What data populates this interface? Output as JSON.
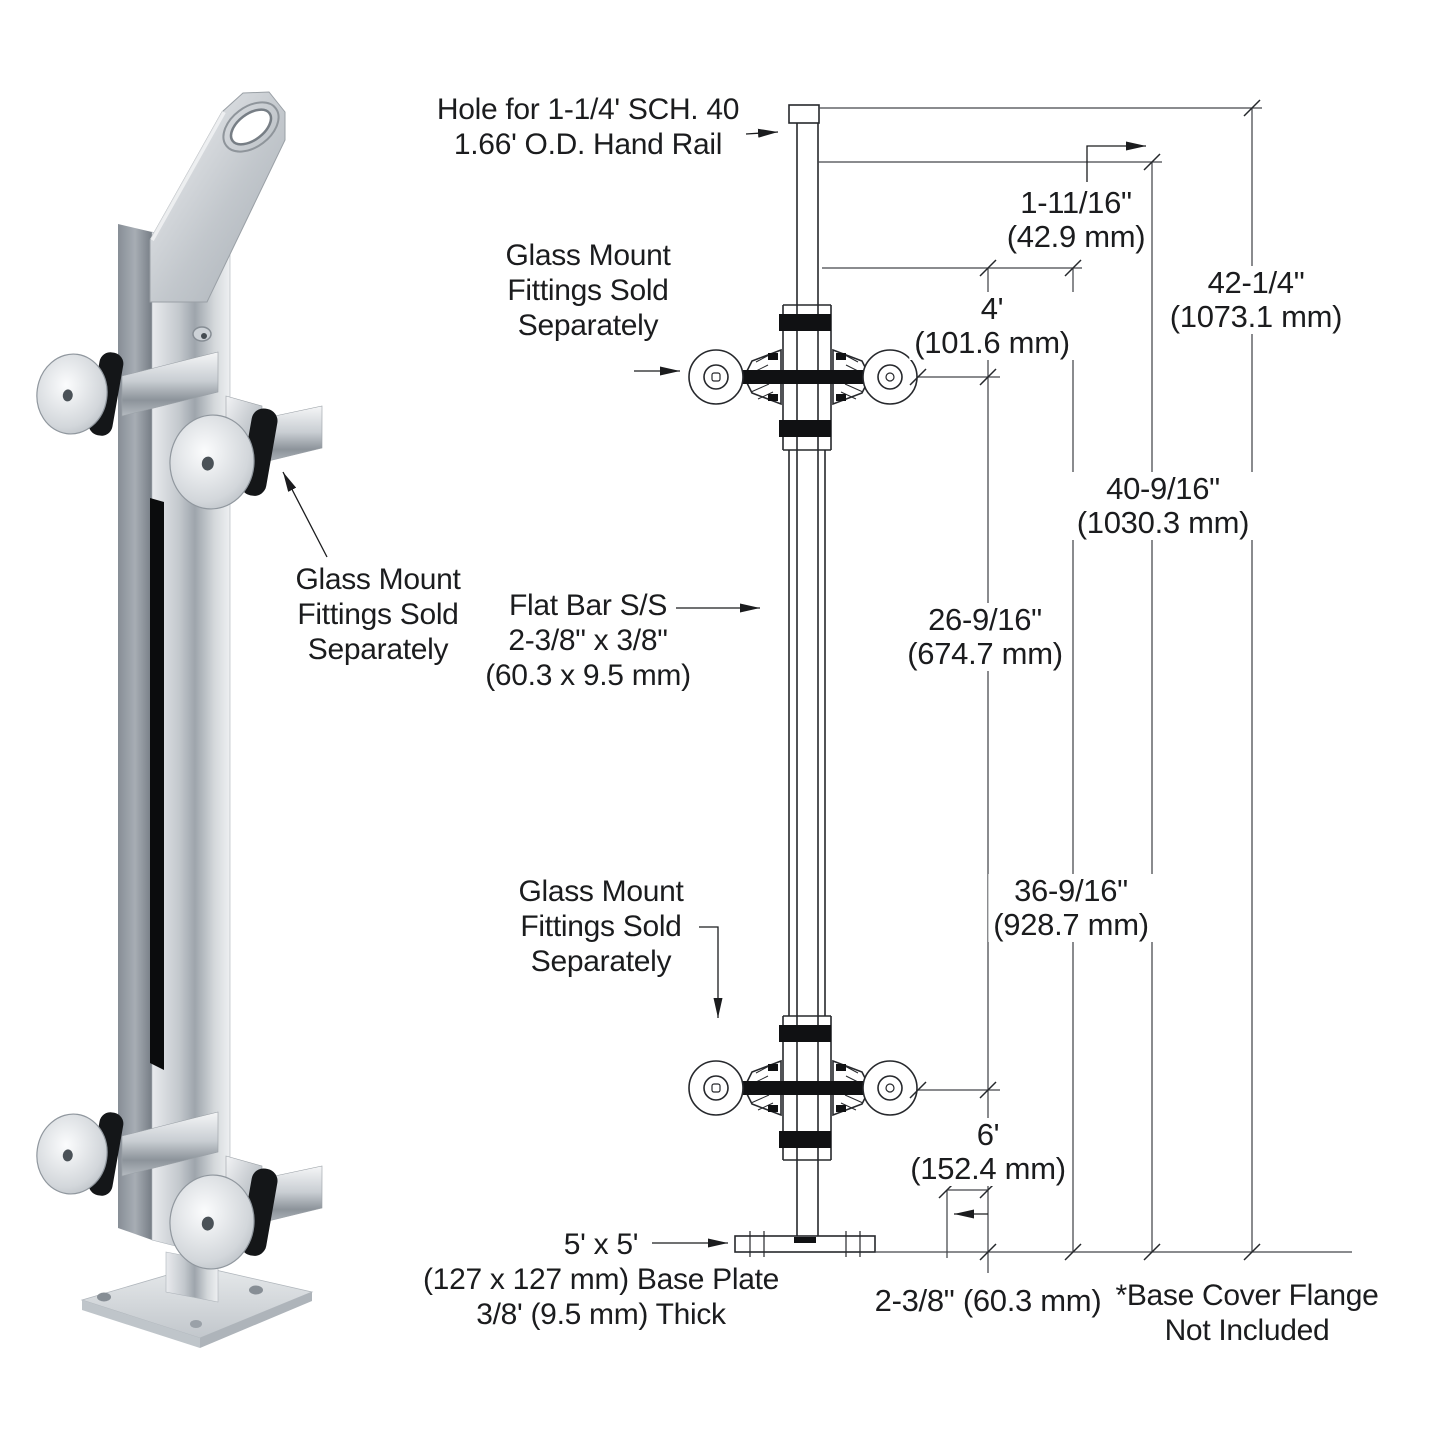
{
  "labels": {
    "hole": {
      "l1": "Hole for 1-1/4' SCH. 40",
      "l2": "1.66' O.D. Hand Rail"
    },
    "glass_mount": {
      "l1": "Glass Mount",
      "l2": "Fittings Sold",
      "l3": "Separately"
    },
    "flat_bar": {
      "l1": "Flat Bar S/S",
      "l2": "2-3/8\" x 3/8\"",
      "l3": "(60.3 x 9.5 mm)"
    },
    "base_plate": {
      "l1": "5' x 5'",
      "l2": "(127 x 127 mm) Base Plate",
      "l3": "3/8' (9.5 mm) Thick"
    },
    "base_cover": {
      "l1": "*Base Cover Flange",
      "l2": "Not Included"
    }
  },
  "dimensions": {
    "hand_rail_offset": {
      "v": "1-11/16\"",
      "mm": "(42.9 mm)"
    },
    "top_glass_gap": {
      "v": "4'",
      "mm": "(101.6 mm)"
    },
    "overall_height": {
      "v": "42-1/4\"",
      "mm": "(1073.1 mm)"
    },
    "rail_hole_height": {
      "v": "40-9/16\"",
      "mm": "(1030.3 mm)"
    },
    "fitting_spacing": {
      "v": "26-9/16\"",
      "mm": "(674.7 mm)"
    },
    "clamp_top_height": {
      "v": "36-9/16\"",
      "mm": "(928.7 mm)"
    },
    "bottom_fitting": {
      "v": "6'",
      "mm": "(152.4 mm)"
    },
    "post_width": {
      "v": "2-3/8\" (60.3 mm)"
    }
  }
}
